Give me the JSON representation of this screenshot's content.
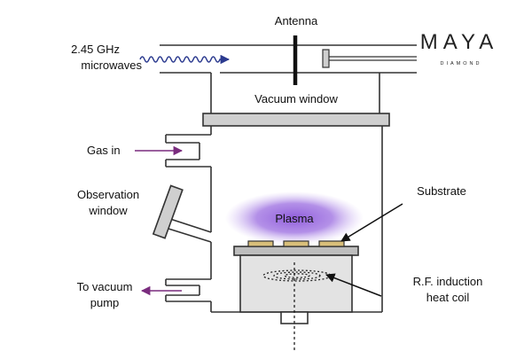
{
  "labels": {
    "antenna": "Antenna",
    "microwaves_line1": "2.45 GHz",
    "microwaves_line2": "microwaves",
    "vacuum_window": "Vacuum window",
    "gas_in": "Gas in",
    "observation_line1": "Observation",
    "observation_line2": "window",
    "substrate": "Substrate",
    "plasma": "Plasma",
    "rf_line1": "R.F. induction",
    "rf_line2": "heat coil",
    "vacuum_pump_line1": "To vacuum",
    "vacuum_pump_line2": "pump"
  },
  "logo": {
    "main": "MAYA",
    "sub": "DIAMOND"
  },
  "colors": {
    "wall": "#333333",
    "window_fill": "#cfcfcf",
    "chamber_fill": "#e3e3e3",
    "wave": "#2b3a8f",
    "gas_arrow": "#7a2c7e",
    "plasma": "#8a55d9",
    "substrate": "#d9bf7a"
  }
}
